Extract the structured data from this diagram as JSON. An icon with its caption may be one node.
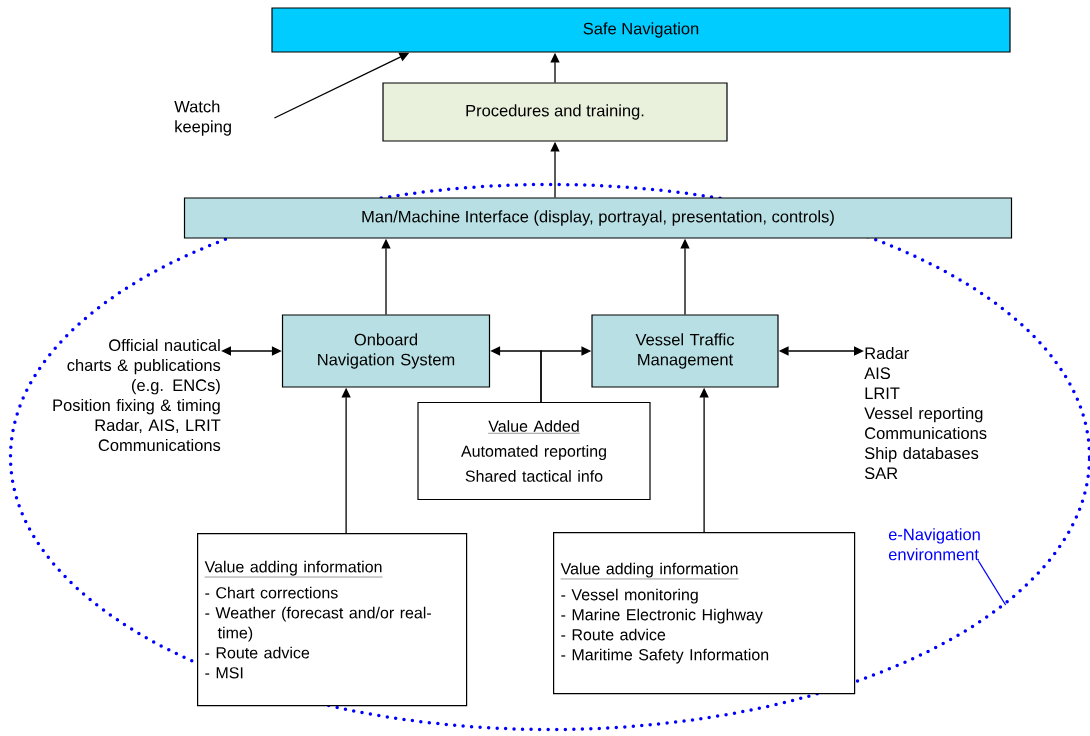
{
  "diagram": {
    "nodes": [
      {
        "text": [
          "Safe Navigation"
        ]
      },
      {
        "text": [
          "Procedures and training."
        ]
      },
      {
        "text": [
          "Watch keeping"
        ]
      },
      {
        "text": [
          "Man/Machine Interface (display, portrayal, presentation, controls)"
        ],
        "in": 11
      },
      {
        "text": [
          "Onboard Navigation System"
        ],
        "in": 11
      },
      {
        "text": [
          "Vessel Traffic Management"
        ],
        "in": 11
      },
      {
        "text": [
          "Value Added",
          "Automated reporting",
          "Shared tactical info"
        ],
        "in": 11
      },
      {
        "text": [
          "Official nautical charts & publications (e.g. ENCs)",
          "Position fixing & timing",
          "Radar, AIS, LRIT",
          "Communications"
        ],
        "in": 11
      },
      {
        "text": [
          "Radar",
          "AIS",
          "LRIT",
          "Vessel reporting",
          "Communications",
          "Ship databases",
          "SAR"
        ],
        "in": 11
      },
      {
        "text": [
          "Value adding information",
          "- Chart corrections",
          "- Weather (forecast and/or real-time)",
          "- Route advice",
          "- MSI"
        ],
        "in": 11
      },
      {
        "text": [
          "Value adding information",
          "- Vessel monitoring",
          "- Marine Electronic Highway",
          "- Route advice",
          "- Maritime Safety Information"
        ],
        "in": 11
      },
      {
        "text": [],
        "shape": "ellipse"
      },
      {
        "text": [
          "e-Navigation environment"
        ],
        "in": 11
      }
    ],
    "edges": [
      {
        "from": 2,
        "to": 0,
        "arrow": "to"
      },
      {
        "from": 1,
        "to": 0,
        "arrow": "to"
      },
      {
        "from": 3,
        "to": 1,
        "arrow": "to"
      },
      {
        "from": 4,
        "to": 3,
        "arrow": "to"
      },
      {
        "from": 5,
        "to": 3,
        "arrow": "to"
      },
      {
        "from": 7,
        "to": 4,
        "arrow": "both"
      },
      {
        "from": 6,
        "to": 4,
        "arrow": "to"
      },
      {
        "from": 6,
        "to": 5,
        "arrow": "to"
      },
      {
        "from": 5,
        "to": 8,
        "arrow": "both"
      },
      {
        "from": 9,
        "to": 4,
        "arrow": "to"
      },
      {
        "from": 10,
        "to": 5,
        "arrow": "to"
      },
      {
        "from": 12,
        "to": 11,
        "arrow": "none",
        "color": "#0000ff"
      }
    ]
  }
}
